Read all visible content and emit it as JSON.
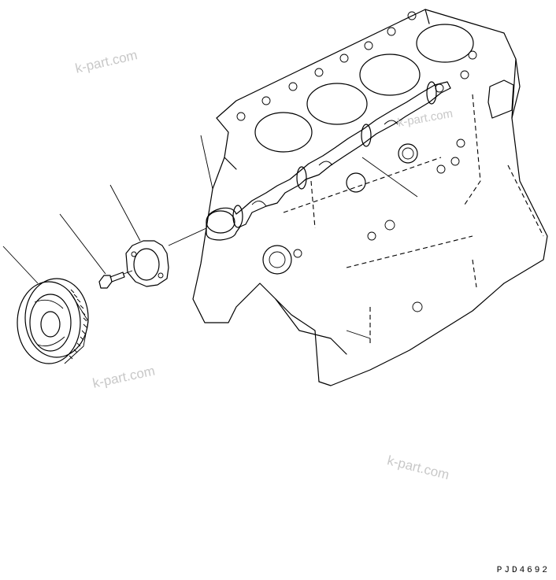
{
  "drawing_code": "PJD4692",
  "watermarks": [
    "k-part.com",
    "k-part.com",
    "k-part.com",
    "k-part.com"
  ],
  "parts": [
    {
      "name": "cylinder-block",
      "icon": "engine-block-drawing"
    },
    {
      "name": "camshaft",
      "icon": "camshaft-drawing"
    },
    {
      "name": "thrust-plate",
      "icon": "thrust-plate-drawing"
    },
    {
      "name": "bolt",
      "icon": "bolt-drawing"
    },
    {
      "name": "cam-gear",
      "icon": "gear-drawing"
    }
  ]
}
